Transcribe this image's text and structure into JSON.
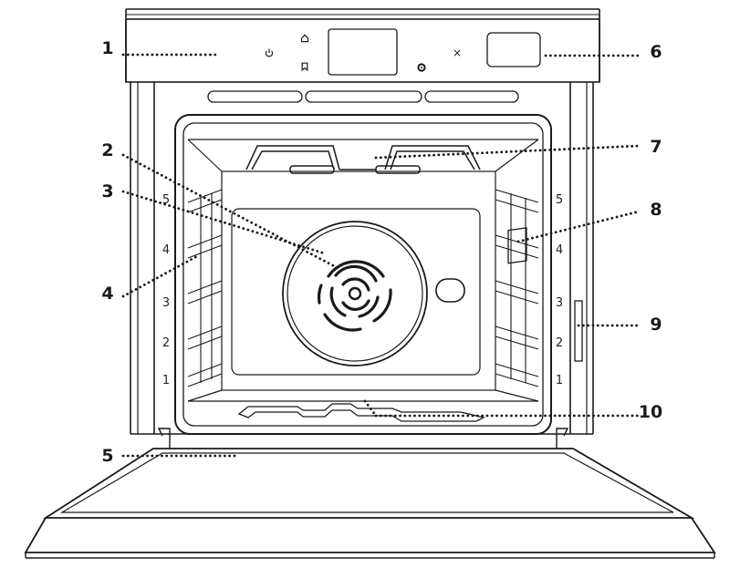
{
  "callouts": [
    "1",
    "2",
    "3",
    "4",
    "5",
    "6",
    "7",
    "8",
    "9",
    "10"
  ],
  "shelf_levels": {
    "left": [
      "5",
      "4",
      "3",
      "2",
      "1"
    ],
    "right": [
      "5",
      "4",
      "3",
      "2",
      "1"
    ]
  },
  "control_panel": {
    "icons": [
      "power-icon",
      "home-icon",
      "bookmark-icon",
      "close-icon",
      "settings-icon"
    ],
    "glyphs": {
      "close": "×"
    }
  }
}
